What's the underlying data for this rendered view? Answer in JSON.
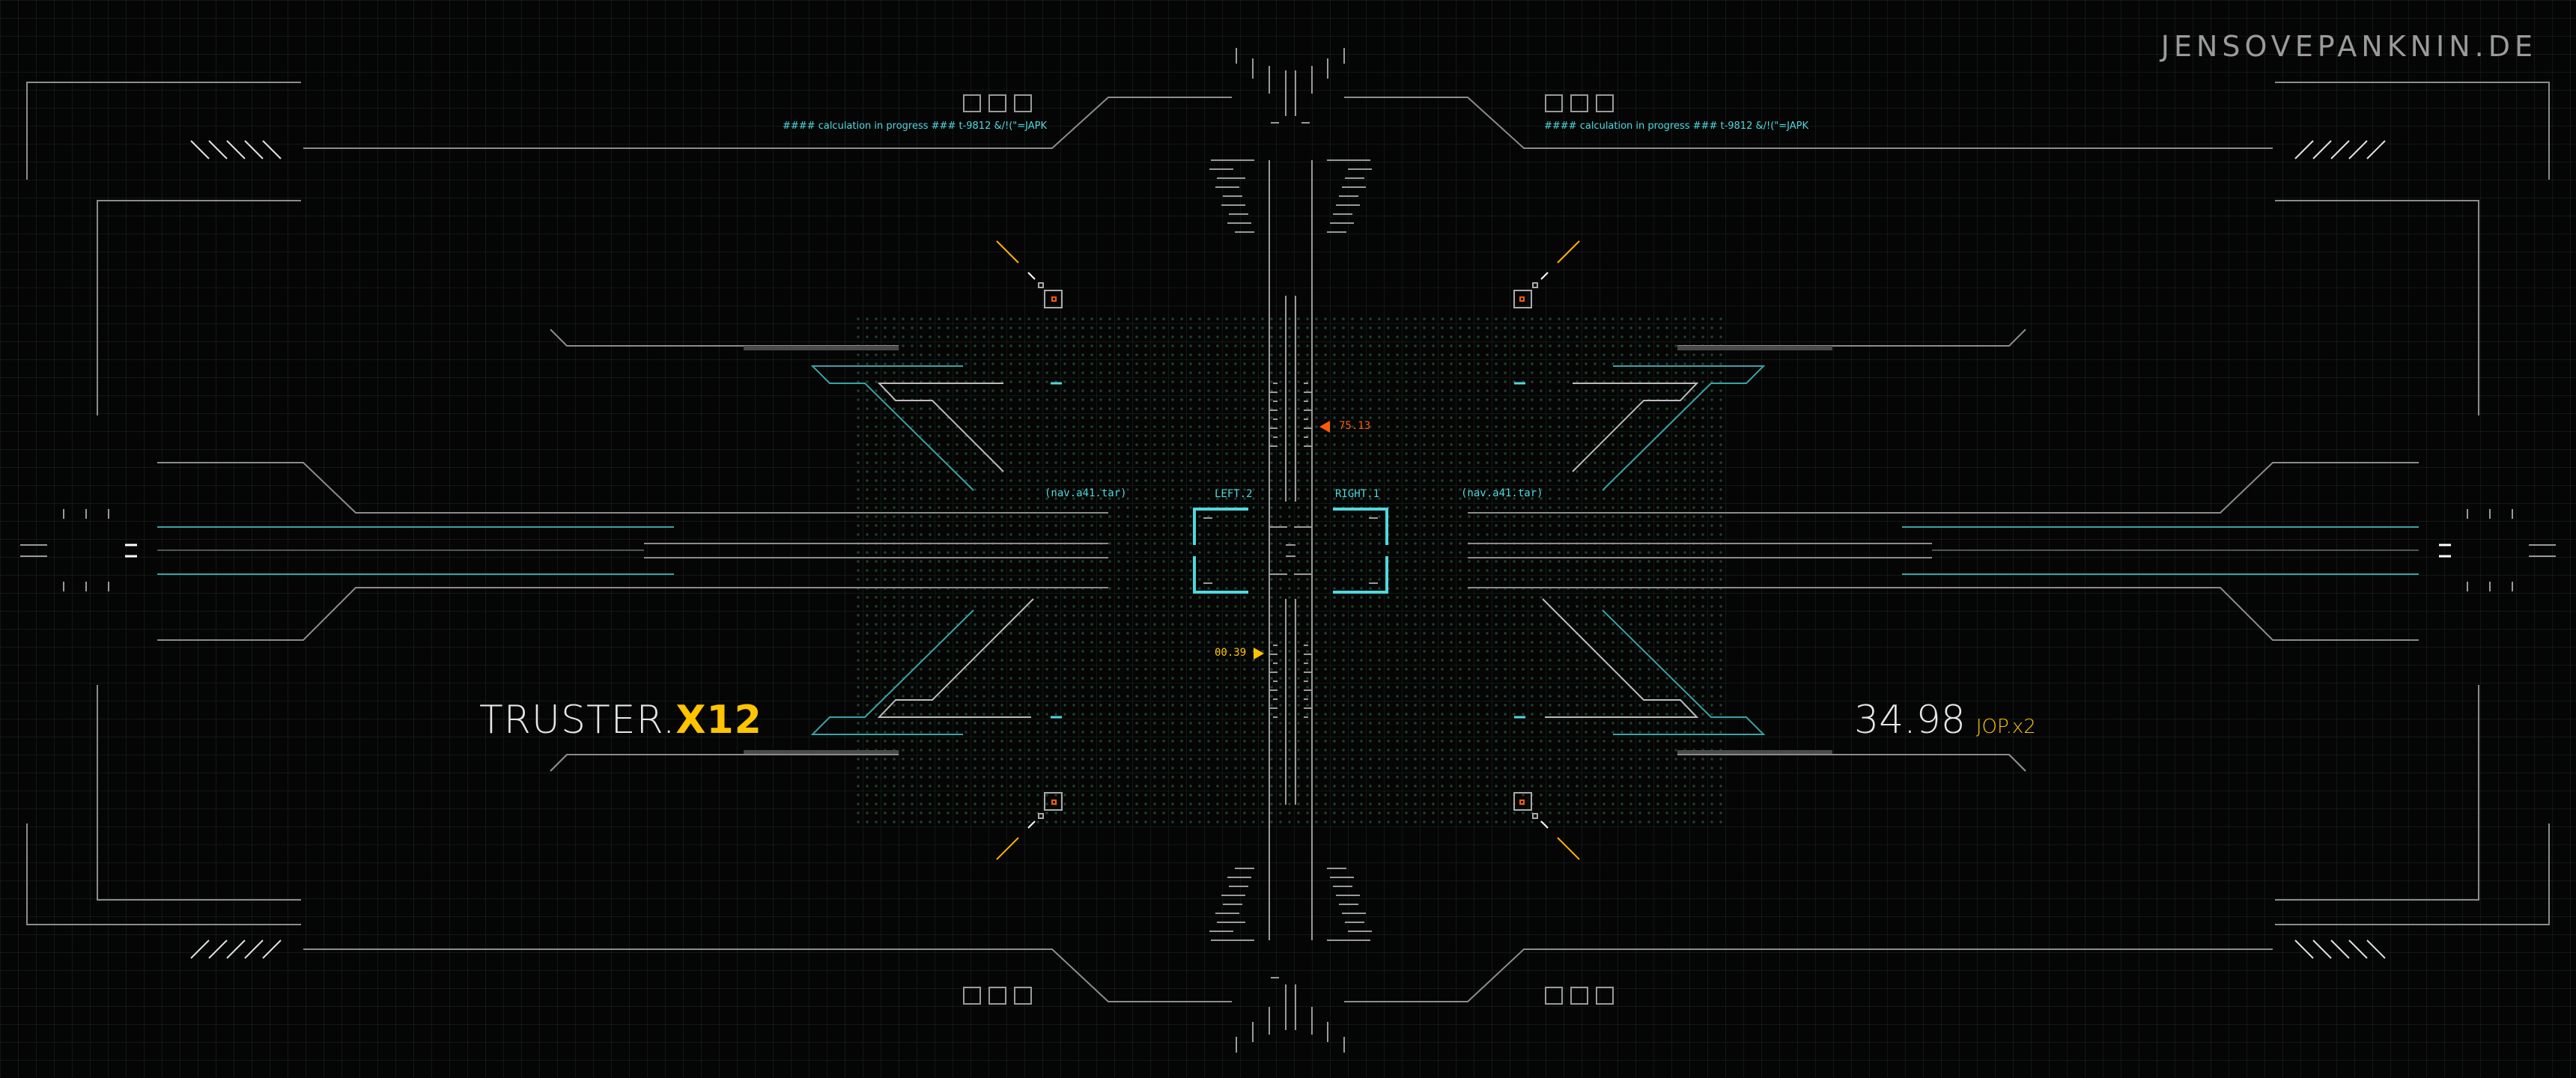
{
  "brand": {
    "text": "JENSOVEPANKNIN.DE"
  },
  "status_lines": {
    "top_left": "#### calculation in progress ### t-9812 &/!(\"=JAPK",
    "top_right": "#### calculation in progress ### t-9812 &/!(\"=JAPK"
  },
  "nav_labels": {
    "left": "(nav.a41.tar)",
    "right": "(nav.a41.tar)"
  },
  "reticle": {
    "left_label": "LEFT.2",
    "right_label": "RIGHT.1"
  },
  "readouts": {
    "upper_value": "75.13",
    "lower_value": "00.39"
  },
  "left_panel": {
    "title": "TRUSTER.",
    "accent": "X12"
  },
  "right_panel": {
    "value": "34.98",
    "accent": "JOP.x2"
  },
  "colors": {
    "cyan": "#4fd8de",
    "orange": "#ff5a0a",
    "yellow": "#ffc400",
    "line_gray": "#9a9a9a"
  }
}
